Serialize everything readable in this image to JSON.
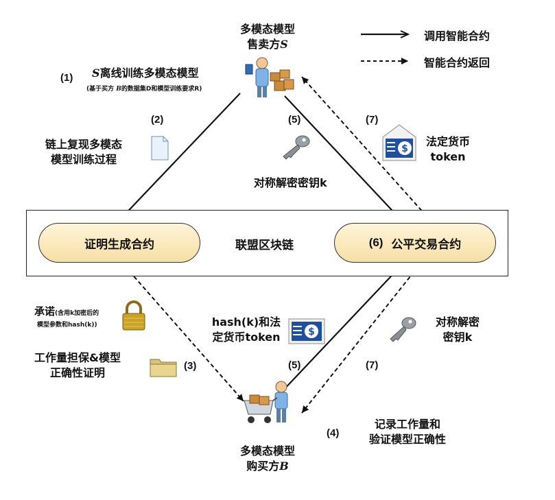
{
  "legend": {
    "call_label": "调用智能合约",
    "return_label": "智能合约返回"
  },
  "seller": {
    "line1": "多模态模型",
    "line2": "售卖方",
    "symbol": "S"
  },
  "buyer": {
    "line1": "多模态模型",
    "line2": "购买方",
    "symbol": "B"
  },
  "chain": {
    "name": "联盟区块链",
    "proof_contract": "证明生成合约",
    "trade_contract_num": "(6)",
    "trade_contract": "公平交易合约"
  },
  "steps": {
    "s1_num": "(1)",
    "s1_symbol": "S",
    "s1_text": "离线训练多模态模型",
    "s1_sub_prefix": "(基于买方 ",
    "s1_sub_symbol": "B",
    "s1_sub_rest": "的数据集D和模型训练要求R)",
    "s2_num": "(2)",
    "s2_line1": "链上复现多模态",
    "s2_line2": "模型训练过程",
    "s3_num": "(3)",
    "s3_promise": "承诺",
    "s3_promise_sub1": "(含用k加密后的",
    "s3_promise_sub2": "模型参数和hash(k))",
    "s3_line1": "工作量担保&模型",
    "s3_line2": "正确性证明",
    "s4_num": "(4)",
    "s4_line1": "记录工作量和",
    "s4_line2": "验证模型正确性",
    "s5_top_num": "(5)",
    "s5_top_text": "对称解密密钥k",
    "s5_bottom_num": "(5)",
    "s5_bottom_line1": "hash(k)和法",
    "s5_bottom_line2": "定货币token",
    "s7_top_num": "(7)",
    "s7_top_line1": "法定货币",
    "s7_top_line2": "token",
    "s7_bottom_num": "(7)",
    "s7_bottom_line1": "对称解密",
    "s7_bottom_line2": "密钥k"
  },
  "colors": {
    "pill_fill": "#f6dfa6",
    "money_blue": "#1f4fa0",
    "lock_gold": "#c9a227",
    "key_gray": "#8a8f96",
    "folder_tan": "#d9c27a"
  }
}
